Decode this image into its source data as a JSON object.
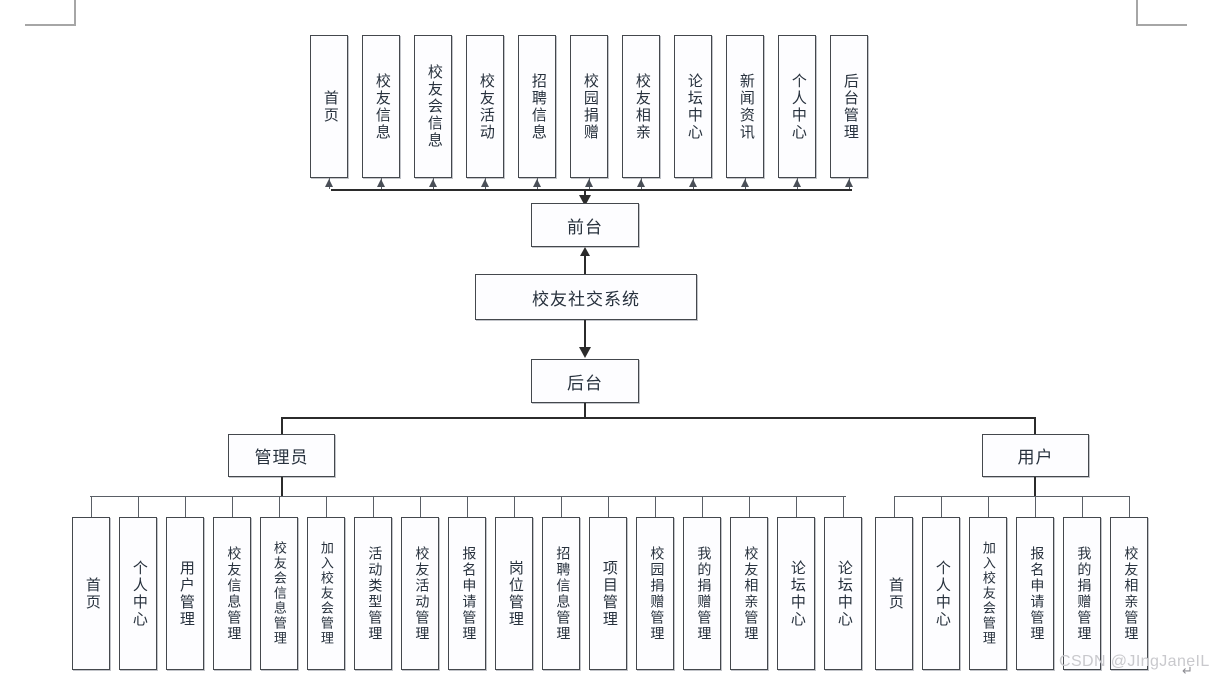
{
  "diagram": {
    "type": "system-function-tree",
    "root": {
      "label": "校友社交系统"
    },
    "frontend": {
      "label": "前台"
    },
    "backend": {
      "label": "后台"
    },
    "roles": {
      "admin": {
        "label": "管理员"
      },
      "user": {
        "label": "用户"
      }
    },
    "frontend_modules": [
      {
        "label": "首页"
      },
      {
        "label": "校友信息"
      },
      {
        "label": "校友会信息"
      },
      {
        "label": "校友活动"
      },
      {
        "label": "招聘信息"
      },
      {
        "label": "校园捐赠"
      },
      {
        "label": "校友相亲"
      },
      {
        "label": "论坛中心"
      },
      {
        "label": "新闻资讯"
      },
      {
        "label": "个人中心"
      },
      {
        "label": "后台管理"
      }
    ],
    "admin_modules": [
      {
        "label": "首页"
      },
      {
        "label": "个人中心"
      },
      {
        "label": "用户管理"
      },
      {
        "label": "校友信息管理"
      },
      {
        "label": "校友会信息管理"
      },
      {
        "label": "加入校友会管理"
      },
      {
        "label": "活动类型管理"
      },
      {
        "label": "校友活动管理"
      },
      {
        "label": "报名申请管理"
      },
      {
        "label": "岗位管理"
      },
      {
        "label": "招聘信息管理"
      },
      {
        "label": "项目管理"
      },
      {
        "label": "校园捐赠管理"
      },
      {
        "label": "我的捐赠管理"
      },
      {
        "label": "校友相亲管理"
      },
      {
        "label": "论坛中心"
      },
      {
        "label": "论坛中心"
      }
    ],
    "user_modules": [
      {
        "label": "首页"
      },
      {
        "label": "个人中心"
      },
      {
        "label": "加入校友会管理"
      },
      {
        "label": "报名申请管理"
      },
      {
        "label": "我的捐赠管理"
      },
      {
        "label": "校友相亲管理"
      }
    ]
  },
  "watermark": {
    "text": "CSDN @JIngJaneIL"
  },
  "paragraph_mark": {
    "glyph": "↵"
  },
  "colors": {
    "box_border": "#44484d",
    "box_fill": "#fdfdff",
    "connector": "#2b2b2b",
    "text": "#27313d",
    "margin_mark": "#a6a6a6",
    "watermark": "#c9c9cd"
  }
}
